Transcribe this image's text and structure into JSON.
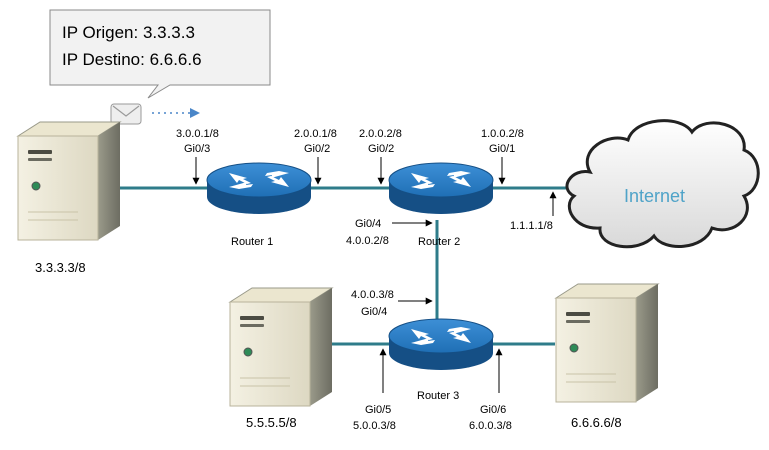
{
  "callout": {
    "line1": "IP Origen: 3.3.3.3",
    "line2": "IP Destino: 6.6.6.6"
  },
  "hosts": {
    "h1": "3.3.3.3/8",
    "h5": "5.5.5.5/8",
    "h6": "6.6.6.6/8"
  },
  "routers": {
    "r1": "Router 1",
    "r2": "Router 2",
    "r3": "Router 3"
  },
  "cloud_label": "Internet",
  "interfaces": {
    "r1_gi03_ip": "3.0.0.1/8",
    "r1_gi03_name": "Gi0/3",
    "r1_gi02_ip": "2.0.0.1/8",
    "r1_gi02_name": "Gi0/2",
    "r2_gi02_ip": "2.0.0.2/8",
    "r2_gi02_name": "Gi0/2",
    "r2_gi01_ip": "1.0.0.2/8",
    "r2_gi01_name": "Gi0/1",
    "isp_ip": "1.1.1.1/8",
    "r2_gi04_name": "Gi0/4",
    "r2_gi04_ip": "4.0.0.2/8",
    "r3_gi04_ip": "4.0.0.3/8",
    "r3_gi04_name": "Gi0/4",
    "r3_gi05_name": "Gi0/5",
    "r3_gi05_ip": "5.0.0.3/8",
    "r3_gi06_name": "Gi0/6",
    "r3_gi06_ip": "6.0.0.3/8"
  },
  "colors": {
    "link": "#2e7c8a",
    "router_fill": "#1f6fb5",
    "router_dark": "#154f85",
    "cloud_text": "#4fa3c8",
    "envelope_arrow": "#4a86c8"
  },
  "icons": [
    "server-icon",
    "router-icon",
    "cloud-icon",
    "envelope-icon"
  ]
}
